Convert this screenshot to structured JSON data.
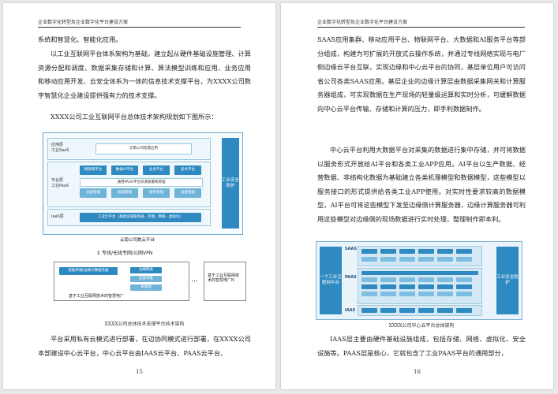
{
  "left_page": {
    "header": "企业数字化转型及企业数字化平台建设方案",
    "paragraph1": "系统和智慧化、智能化应用。",
    "paragraph2": "以工业互联网平台体系架构为基础，建立起从硬件基础设施管理、计算资源分配和调度、数据采集存储和计算、算法模型训练和应用、业务应用和移动应用开发、云安全体系为一体的信息技术支撑平台，为XXXX公司数字智慧化企业建设提供强有力的技术支撑。",
    "paragraph3": "XXXX公司工业互联网平台总体技术架构规划如下图所示：",
    "diagram": {
      "saas_label": "应用层\n工业SaaS",
      "saas_box": "云南公司智慧应用",
      "paas_label": "平台层\n工业PaaS",
      "paas_top": [
        "物联网平台",
        "数据AI平台",
        "业务平台",
        "技术平台"
      ],
      "paas_mid": "通用PAAS平台资源部署和管理",
      "paas_bottom": [
        "设备管理",
        "容器管理",
        "服务管理",
        "运维管理"
      ],
      "iaas_label": "IaaS层",
      "iaas_box": "工业云平台（基础设施服务器、存储、网络、虚拟化）",
      "side": "工业安全防护",
      "cloud_caption": "云南公司数云平台",
      "vpn": "专线/无线专网/公网VPN",
      "plant1_left": "智能终端/边缘计算服务器",
      "plant1_right_a": "边缘网关",
      "plant1_right_b": "设备采集",
      "plant1_right_c": "采集端",
      "plant1_title": "基于工业互联网技术的智慧电厂",
      "ellipsis": "…",
      "plant2_title": "基于工业互联网技术的智慧电厂N"
    },
    "caption": "XXXX公司总体技术支撑平台技术架构",
    "paragraph4": "平台采用私有云模式进行部署，在边协同模式进行部署，在XXXX公司本部建设中心云平台，中心云平台由IAAS云平台、PAAS云平台、",
    "page_number": "15"
  },
  "right_page": {
    "header": "企业数字化转型及企业数字化平台建设方案",
    "paragraph1": "SAAS应用集群、移动应用平台、物联网平台、大数据和AI服务平台等部分组成，构建为可扩展的开放式云操作系统，并通过专线网络实现与电厂侧边缘云平台互联，实现边缘和中心云平台的协同，基层单位用户可访问省公司各类SAAS应用。基层企业的边缘计算层由数据采集网关和计算服务器组成，可实现数据在生产现场的轻量级运算和实时分析，可缓解数据向中心云平台传输、存储和计算的压力，即手利数据制作。",
    "paragraph2": "中心云平台利用大数据平台对采集的数据进行集中存储，并可将数据以服务形式开放给AI平台和各类工业APP应用。AI平台以生产数据、经营数据、非结构化数据为基础建立各类机理模型和数据模型，这些模型以服务接口的形式提供给各类工业APP使用。对实时性要求较高的数据模型，AI平台可将这些模型下发至边缘侧计算服务器，边缘计算服务器可利用这些模型对边缘侧的现场数据进行实时处理，整理制作即本利。",
    "diagram": {
      "left_side": "一个工业互联网平台",
      "right_side": "工业安全防护",
      "saas": "SAAS",
      "paas": "PAAS",
      "iaas": "IAAS"
    },
    "caption": "XXXX公司中心云平台总体架构",
    "paragraph3": "IAAS层主要由硬件基础设施组成，包括存储、网络、虚拟化、安全设施等。PAAS层是核心，它就包含了工业PAAS平台的通用部分，",
    "page_number": "16"
  },
  "colors": {
    "accent": "#2f8ac2",
    "light_accent": "#6fb3d8",
    "panel": "#eaf3fa"
  }
}
